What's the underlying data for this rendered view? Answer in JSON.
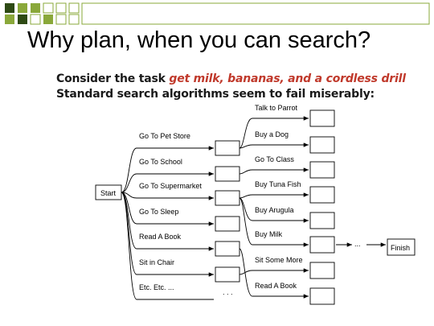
{
  "slide": {
    "title": "Why plan, when you can search?",
    "intro_prefix": "Consider the task ",
    "intro_task": "get milk, bananas, and a cordless drill",
    "intro_line2": "Standard search algorithms seem to fail miserably:"
  },
  "diagram": {
    "start_label": "Start",
    "finish_label": "Finish",
    "first_actions": [
      "Go To Pet Store",
      "Go To School",
      "Go To Supermarket",
      "Go To Sleep",
      "Read A Book",
      "Sit in Chair",
      "Etc. Etc. ..."
    ],
    "second_actions": [
      "Talk to Parrot",
      "Buy a Dog",
      "Go To Class",
      "Buy Tuna Fish",
      "Buy Arugula",
      "Buy Milk",
      "Sit Some More",
      "Read A Book"
    ],
    "ellipsis": "...",
    "vertical_ellipsis": ". . ."
  },
  "colors": {
    "task_highlight": "#c0392b",
    "deco_green": "#8aa83a",
    "deco_dark": "#2e4a14"
  }
}
